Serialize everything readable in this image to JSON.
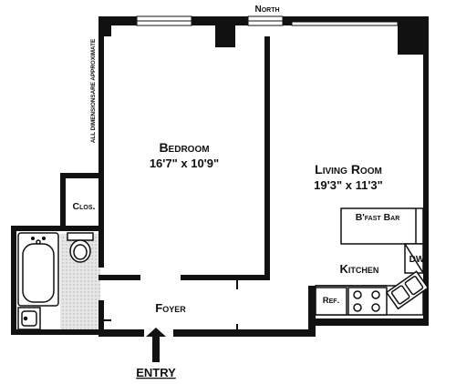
{
  "compass": "North",
  "disclaimer": "ALL DIMENSIONSARE APPROXIMATE",
  "rooms": {
    "bedroom": {
      "name": "Bedroom",
      "dimensions": "16'7\" x 10'9\""
    },
    "living_room": {
      "name": "Living Room",
      "dimensions": "19'3\" x 11'3\""
    },
    "closet": {
      "name": "Clos."
    },
    "foyer": {
      "name": "Foyer"
    },
    "kitchen": {
      "name": "Kitchen"
    }
  },
  "fixtures": {
    "breakfast_bar": "B'fast Bar",
    "dishwasher": "DW",
    "refrigerator": "Ref."
  },
  "entry": "ENTRY",
  "colors": {
    "wall": "#111111",
    "background": "#ffffff",
    "tile": "#d9d9d9"
  }
}
